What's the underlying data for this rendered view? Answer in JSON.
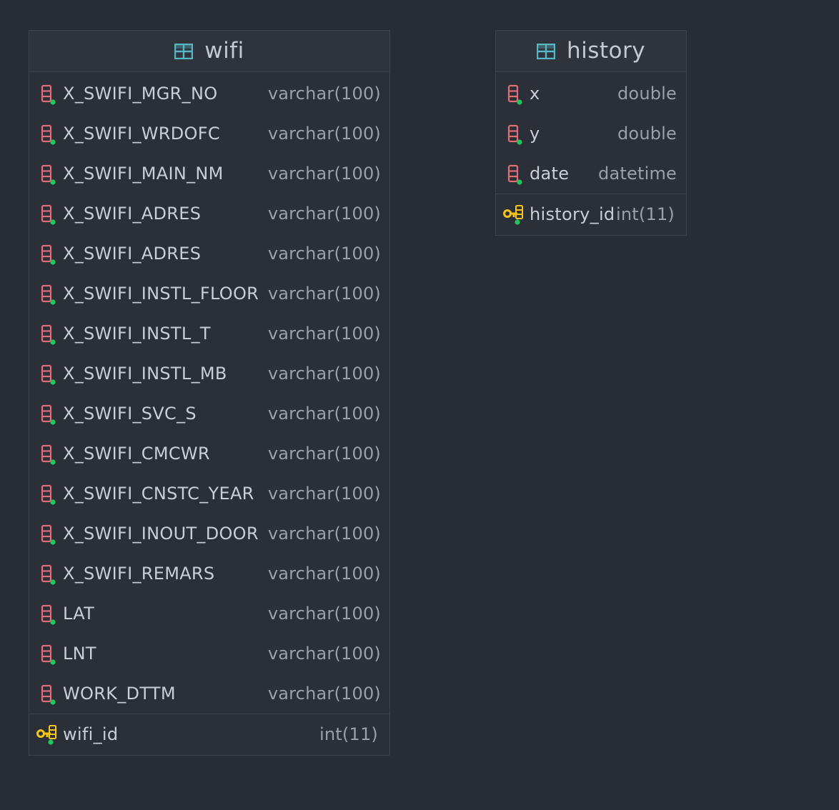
{
  "colors": {
    "background": "#282c34",
    "table_icon": "#56b6c2",
    "column_icon": "#e06c75",
    "column_dot": "#22c55e",
    "key_icon": "#f5c518"
  },
  "tables": {
    "wifi": {
      "name": "wifi",
      "columns": [
        {
          "name": "X_SWIFI_MGR_NO",
          "type": "varchar(100)"
        },
        {
          "name": "X_SWIFI_WRDOFC",
          "type": "varchar(100)"
        },
        {
          "name": "X_SWIFI_MAIN_NM",
          "type": "varchar(100)"
        },
        {
          "name": "X_SWIFI_ADRES",
          "type": "varchar(100)"
        },
        {
          "name": "X_SWIFI_ADRES",
          "type": "varchar(100)"
        },
        {
          "name": "X_SWIFI_INSTL_FLOOR",
          "type": "varchar(100)"
        },
        {
          "name": "X_SWIFI_INSTL_T",
          "type": "varchar(100)"
        },
        {
          "name": "X_SWIFI_INSTL_MB",
          "type": "varchar(100)"
        },
        {
          "name": "X_SWIFI_SVC_S",
          "type": "varchar(100)"
        },
        {
          "name": "X_SWIFI_CMCWR",
          "type": "varchar(100)"
        },
        {
          "name": "X_SWIFI_CNSTC_YEAR",
          "type": "varchar(100)"
        },
        {
          "name": "X_SWIFI_INOUT_DOOR",
          "type": "varchar(100)"
        },
        {
          "name": "X_SWIFI_REMARS",
          "type": "varchar(100)"
        },
        {
          "name": "LAT",
          "type": "varchar(100)"
        },
        {
          "name": "LNT",
          "type": "varchar(100)"
        },
        {
          "name": "WORK_DTTM",
          "type": "varchar(100)"
        }
      ],
      "primary_key": {
        "name": "wifi_id",
        "type": "int(11)"
      }
    },
    "history": {
      "name": "history",
      "columns": [
        {
          "name": "x",
          "type": "double"
        },
        {
          "name": "y",
          "type": "double"
        },
        {
          "name": "date",
          "type": "datetime"
        }
      ],
      "primary_key": {
        "name": "history_id",
        "type": "int(11)"
      }
    }
  },
  "icons": {
    "table": "table-grid-icon",
    "column": "column-icon",
    "primary_key": "primary-key-icon"
  }
}
